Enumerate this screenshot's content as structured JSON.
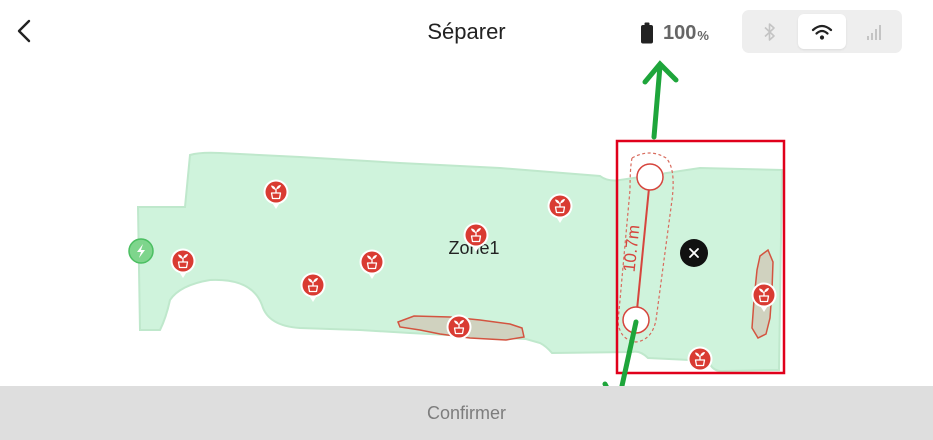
{
  "header": {
    "title": "Séparer",
    "battery": {
      "value": "100",
      "unit": "%"
    },
    "connection": {
      "options": [
        "bluetooth-icon",
        "wifi-icon",
        "cellular-icon"
      ],
      "active": "wifi"
    }
  },
  "map": {
    "zone_label": "Zone1",
    "split_length": "10.7m",
    "colors": {
      "lawn": "#cff3dc",
      "lawn_edge": "#bfe8cc",
      "plant_marker": "#d93b32",
      "obstacle_fill": "#d0d2bf",
      "obstacle_edge": "#d35440",
      "charger": "#7ed58c",
      "annotation_rect": "#e0001b",
      "annotation_arrow": "#1ea53b"
    }
  },
  "footer": {
    "confirm_label": "Confirmer"
  }
}
